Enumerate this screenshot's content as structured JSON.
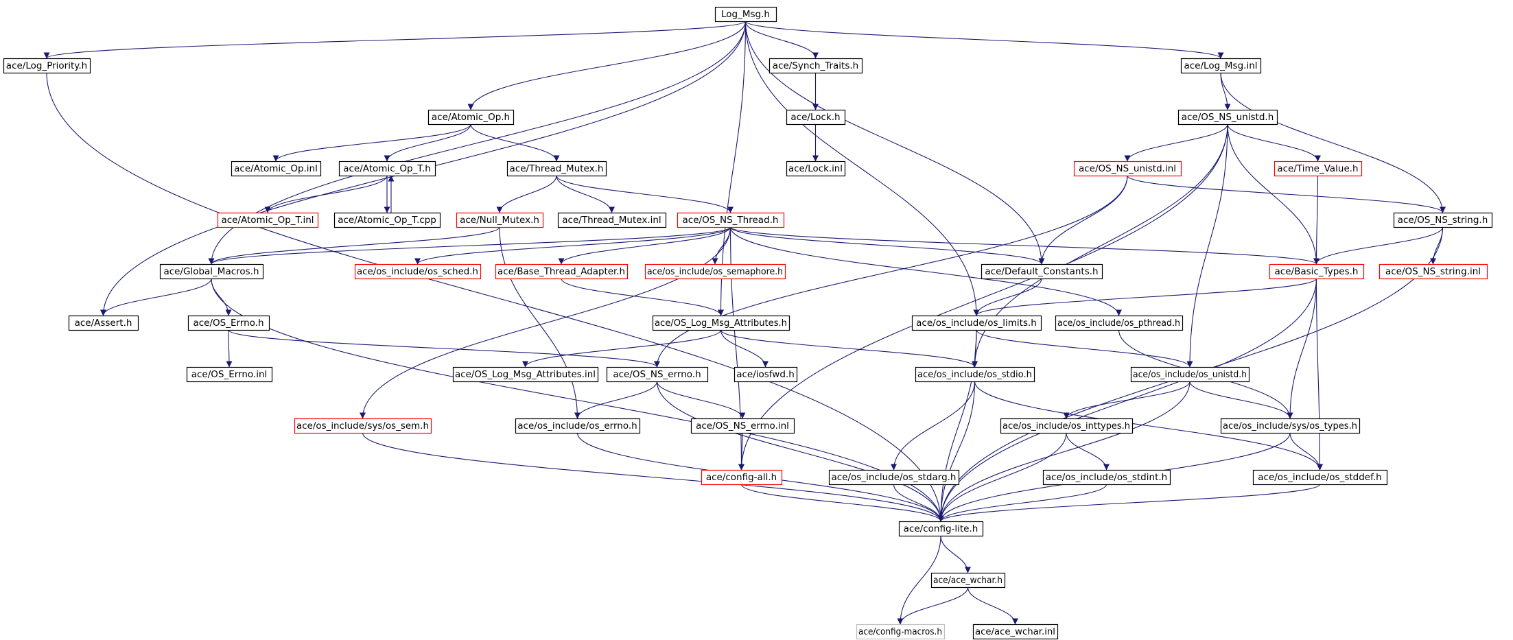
{
  "colors": {
    "edge": "#191970",
    "border_normal": "#000000",
    "border_missing": "#ff0000",
    "border_external": "#bfbfbf",
    "root_fill": "#bfbfbf",
    "node_fill": "#ffffff"
  },
  "nodes": [
    {
      "id": "log_msg_h",
      "label": "Log_Msg.h",
      "kind": "root"
    },
    {
      "id": "log_priority",
      "label": "ace/Log_Priority.h",
      "kind": "normal"
    },
    {
      "id": "synch_traits",
      "label": "ace/Synch_Traits.h",
      "kind": "normal"
    },
    {
      "id": "log_msg_inl",
      "label": "ace/Log_Msg.inl",
      "kind": "normal"
    },
    {
      "id": "atomic_op_h",
      "label": "ace/Atomic_Op.h",
      "kind": "normal"
    },
    {
      "id": "lock_h",
      "label": "ace/Lock.h",
      "kind": "normal"
    },
    {
      "id": "os_ns_unistd_h",
      "label": "ace/OS_NS_unistd.h",
      "kind": "normal"
    },
    {
      "id": "atomic_op_inl",
      "label": "ace/Atomic_Op.inl",
      "kind": "normal"
    },
    {
      "id": "atomic_op_t_h",
      "label": "ace/Atomic_Op_T.h",
      "kind": "normal"
    },
    {
      "id": "thread_mutex_h",
      "label": "ace/Thread_Mutex.h",
      "kind": "normal"
    },
    {
      "id": "lock_inl",
      "label": "ace/Lock.inl",
      "kind": "normal"
    },
    {
      "id": "os_ns_unistd_inl",
      "label": "ace/OS_NS_unistd.inl",
      "kind": "missing"
    },
    {
      "id": "time_value",
      "label": "ace/Time_Value.h",
      "kind": "missing"
    },
    {
      "id": "atomic_op_t_inl",
      "label": "ace/Atomic_Op_T.inl",
      "kind": "missing"
    },
    {
      "id": "atomic_op_t_cpp",
      "label": "ace/Atomic_Op_T.cpp",
      "kind": "normal"
    },
    {
      "id": "null_mutex",
      "label": "ace/Null_Mutex.h",
      "kind": "missing"
    },
    {
      "id": "thread_mutex_inl",
      "label": "ace/Thread_Mutex.inl",
      "kind": "normal"
    },
    {
      "id": "os_ns_thread",
      "label": "ace/OS_NS_Thread.h",
      "kind": "missing"
    },
    {
      "id": "os_ns_string_h",
      "label": "ace/OS_NS_string.h",
      "kind": "normal"
    },
    {
      "id": "global_macros",
      "label": "ace/Global_Macros.h",
      "kind": "normal"
    },
    {
      "id": "os_sched",
      "label": "ace/os_include/os_sched.h",
      "kind": "missing"
    },
    {
      "id": "base_thread_adapter",
      "label": "ace/Base_Thread_Adapter.h",
      "kind": "missing"
    },
    {
      "id": "os_semaphore",
      "label": "ace/os_include/os_semaphore.h",
      "kind": "missing"
    },
    {
      "id": "default_constants",
      "label": "ace/Default_Constants.h",
      "kind": "normal"
    },
    {
      "id": "basic_types",
      "label": "ace/Basic_Types.h",
      "kind": "missing"
    },
    {
      "id": "os_ns_string_inl",
      "label": "ace/OS_NS_string.inl",
      "kind": "missing"
    },
    {
      "id": "assert_h",
      "label": "ace/Assert.h",
      "kind": "normal"
    },
    {
      "id": "os_errno_h",
      "label": "ace/OS_Errno.h",
      "kind": "normal"
    },
    {
      "id": "os_log_msg_attr",
      "label": "ace/OS_Log_Msg_Attributes.h",
      "kind": "normal"
    },
    {
      "id": "os_limits",
      "label": "ace/os_include/os_limits.h",
      "kind": "normal"
    },
    {
      "id": "os_pthread",
      "label": "ace/os_include/os_pthread.h",
      "kind": "normal"
    },
    {
      "id": "os_errno_inl",
      "label": "ace/OS_Errno.inl",
      "kind": "normal"
    },
    {
      "id": "os_log_msg_attr_inl",
      "label": "ace/OS_Log_Msg_Attributes.inl",
      "kind": "normal"
    },
    {
      "id": "os_ns_errno_h",
      "label": "ace/OS_NS_errno.h",
      "kind": "normal"
    },
    {
      "id": "iosfwd",
      "label": "ace/iosfwd.h",
      "kind": "normal"
    },
    {
      "id": "os_stdio",
      "label": "ace/os_include/os_stdio.h",
      "kind": "normal"
    },
    {
      "id": "os_unistd",
      "label": "ace/os_include/os_unistd.h",
      "kind": "normal"
    },
    {
      "id": "os_sem",
      "label": "ace/os_include/sys/os_sem.h",
      "kind": "missing"
    },
    {
      "id": "os_inc_errno",
      "label": "ace/os_include/os_errno.h",
      "kind": "normal"
    },
    {
      "id": "os_ns_errno_inl",
      "label": "ace/OS_NS_errno.inl",
      "kind": "normal"
    },
    {
      "id": "os_inttypes",
      "label": "ace/os_include/os_inttypes.h",
      "kind": "normal"
    },
    {
      "id": "os_types",
      "label": "ace/os_include/sys/os_types.h",
      "kind": "normal"
    },
    {
      "id": "config_all",
      "label": "ace/config-all.h",
      "kind": "missing"
    },
    {
      "id": "os_stdarg",
      "label": "ace/os_include/os_stdarg.h",
      "kind": "normal"
    },
    {
      "id": "os_stdint",
      "label": "ace/os_include/os_stdint.h",
      "kind": "normal"
    },
    {
      "id": "os_stddef",
      "label": "ace/os_include/os_stddef.h",
      "kind": "normal"
    },
    {
      "id": "config_lite",
      "label": "ace/config-lite.h",
      "kind": "normal"
    },
    {
      "id": "ace_wchar_h",
      "label": "ace/ace_wchar.h",
      "kind": "normal"
    },
    {
      "id": "config_macros",
      "label": "ace/config-macros.h",
      "kind": "external"
    },
    {
      "id": "ace_wchar_inl",
      "label": "ace/ace_wchar.inl",
      "kind": "normal"
    }
  ],
  "edges": [
    [
      "log_msg_h",
      "log_priority"
    ],
    [
      "log_msg_h",
      "synch_traits"
    ],
    [
      "log_msg_h",
      "log_msg_inl"
    ],
    [
      "log_msg_h",
      "atomic_op_h"
    ],
    [
      "log_msg_h",
      "assert_h"
    ],
    [
      "log_msg_h",
      "global_macros"
    ],
    [
      "log_msg_h",
      "os_log_msg_attr"
    ],
    [
      "log_msg_h",
      "default_constants"
    ],
    [
      "log_msg_h",
      "os_limits"
    ],
    [
      "log_priority",
      "config_lite"
    ],
    [
      "synch_traits",
      "lock_h"
    ],
    [
      "lock_h",
      "lock_inl"
    ],
    [
      "log_msg_inl",
      "os_ns_unistd_h"
    ],
    [
      "log_msg_inl",
      "os_ns_string_h"
    ],
    [
      "atomic_op_h",
      "atomic_op_inl"
    ],
    [
      "atomic_op_h",
      "atomic_op_t_h"
    ],
    [
      "atomic_op_h",
      "thread_mutex_h"
    ],
    [
      "atomic_op_t_h",
      "atomic_op_t_inl"
    ],
    [
      "atomic_op_t_h",
      "atomic_op_t_cpp"
    ],
    [
      "atomic_op_t_cpp",
      "atomic_op_t_h"
    ],
    [
      "thread_mutex_h",
      "null_mutex"
    ],
    [
      "thread_mutex_h",
      "thread_mutex_inl"
    ],
    [
      "thread_mutex_h",
      "os_ns_thread"
    ],
    [
      "null_mutex",
      "global_macros"
    ],
    [
      "null_mutex",
      "os_inc_errno"
    ],
    [
      "os_ns_unistd_h",
      "os_ns_unistd_inl"
    ],
    [
      "os_ns_unistd_h",
      "time_value"
    ],
    [
      "os_ns_unistd_h",
      "basic_types"
    ],
    [
      "os_ns_unistd_h",
      "os_stdio"
    ],
    [
      "os_ns_unistd_h",
      "os_unistd"
    ],
    [
      "os_ns_unistd_h",
      "config_all"
    ],
    [
      "os_ns_unistd_inl",
      "default_constants"
    ],
    [
      "os_ns_unistd_inl",
      "os_ns_string_h"
    ],
    [
      "os_ns_unistd_inl",
      "os_ns_errno_h"
    ],
    [
      "time_value",
      "basic_types"
    ],
    [
      "os_ns_string_h",
      "basic_types"
    ],
    [
      "os_ns_string_h",
      "os_ns_string_inl"
    ],
    [
      "os_ns_string_h",
      "config_lite"
    ],
    [
      "os_ns_thread",
      "global_macros"
    ],
    [
      "os_ns_thread",
      "os_sched"
    ],
    [
      "os_ns_thread",
      "base_thread_adapter"
    ],
    [
      "os_ns_thread",
      "os_semaphore"
    ],
    [
      "os_ns_thread",
      "default_constants"
    ],
    [
      "os_ns_thread",
      "basic_types"
    ],
    [
      "os_ns_thread",
      "os_pthread"
    ],
    [
      "os_ns_thread",
      "os_sem"
    ],
    [
      "os_ns_thread",
      "config_all"
    ],
    [
      "global_macros",
      "assert_h"
    ],
    [
      "global_macros",
      "os_errno_h"
    ],
    [
      "global_macros",
      "config_lite"
    ],
    [
      "base_thread_adapter",
      "os_log_msg_attr"
    ],
    [
      "default_constants",
      "os_limits"
    ],
    [
      "basic_types",
      "os_limits"
    ],
    [
      "basic_types",
      "os_types"
    ],
    [
      "basic_types",
      "os_stddef"
    ],
    [
      "basic_types",
      "config_lite"
    ],
    [
      "os_errno_h",
      "os_errno_inl"
    ],
    [
      "os_errno_h",
      "os_ns_errno_h"
    ],
    [
      "os_log_msg_attr",
      "os_log_msg_attr_inl"
    ],
    [
      "os_log_msg_attr",
      "iosfwd"
    ],
    [
      "os_log_msg_attr",
      "os_stdio"
    ],
    [
      "os_limits",
      "os_stdio"
    ],
    [
      "os_limits",
      "os_unistd"
    ],
    [
      "os_limits",
      "config_lite"
    ],
    [
      "os_pthread",
      "os_types"
    ],
    [
      "os_ns_errno_h",
      "os_inc_errno"
    ],
    [
      "os_ns_errno_h",
      "os_ns_errno_inl"
    ],
    [
      "os_ns_errno_h",
      "config_lite"
    ],
    [
      "os_stdio",
      "os_stdarg"
    ],
    [
      "os_stdio",
      "os_stddef"
    ],
    [
      "os_stdio",
      "config_lite"
    ],
    [
      "os_unistd",
      "os_inttypes"
    ],
    [
      "os_unistd",
      "os_types"
    ],
    [
      "os_unistd",
      "config_lite"
    ],
    [
      "os_sem",
      "config_lite"
    ],
    [
      "os_inc_errno",
      "config_lite"
    ],
    [
      "os_ns_errno_inl",
      "config_all"
    ],
    [
      "os_inttypes",
      "os_stdint"
    ],
    [
      "os_inttypes",
      "config_lite"
    ],
    [
      "os_types",
      "os_stddef"
    ],
    [
      "os_types",
      "config_lite"
    ],
    [
      "config_all",
      "config_lite"
    ],
    [
      "os_stdarg",
      "config_lite"
    ],
    [
      "os_stdint",
      "config_lite"
    ],
    [
      "os_stddef",
      "config_lite"
    ],
    [
      "config_lite",
      "ace_wchar_h"
    ],
    [
      "config_lite",
      "config_macros"
    ],
    [
      "ace_wchar_h",
      "config_macros"
    ],
    [
      "ace_wchar_h",
      "ace_wchar_inl"
    ]
  ]
}
